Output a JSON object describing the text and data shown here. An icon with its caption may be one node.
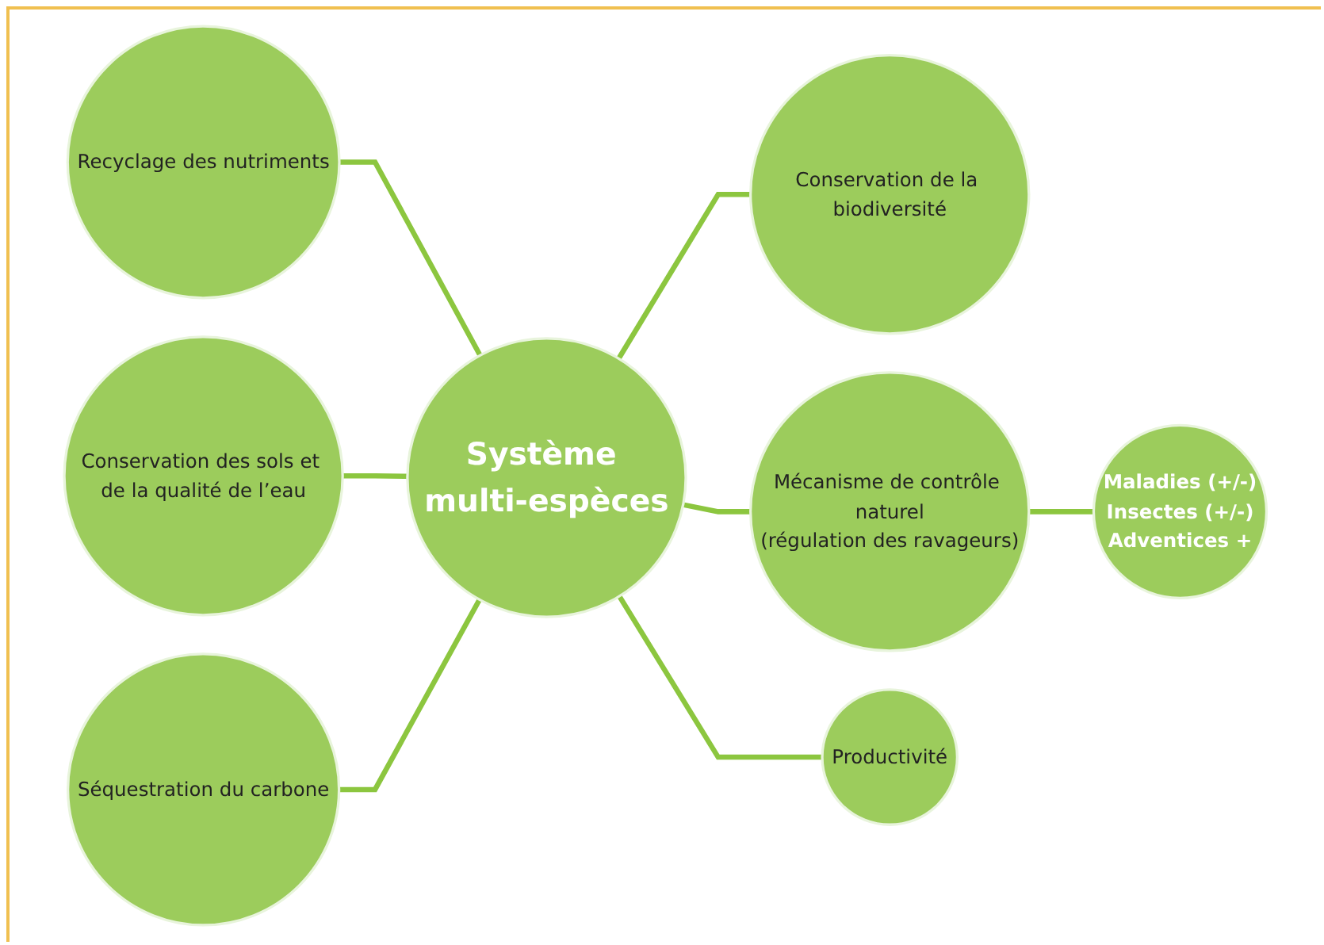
{
  "diagram": {
    "nodes": [
      {
        "text": [
          "Recyclage des nutriments"
        ]
      },
      {
        "text": [
          "Conservation des sols et de la qualité de l’eau"
        ]
      },
      {
        "text": [
          "Conservation de la biodiversité"
        ]
      },
      {
        "text": [
          "Système multi-espèces"
        ]
      },
      {
        "text": [
          "Séquestration du carbone"
        ]
      },
      {
        "text": [
          "Mécanisme de contrôle naturel",
          "(régulation des ravageurs)"
        ]
      },
      {
        "text": [
          "Maladies (+/-)",
          "Insectes (+/-)",
          "Adventices +"
        ]
      },
      {
        "text": [
          "Productivité"
        ]
      }
    ],
    "edges": [
      {
        "from": 0,
        "to": 3,
        "arrow": "none"
      },
      {
        "from": 1,
        "to": 3,
        "arrow": "none"
      },
      {
        "from": 3,
        "to": 2,
        "arrow": "none"
      },
      {
        "from": 4,
        "to": 3,
        "arrow": "none"
      },
      {
        "from": 3,
        "to": 5,
        "arrow": "none"
      },
      {
        "from": 5,
        "to": 6,
        "arrow": "none"
      },
      {
        "from": 3,
        "to": 7,
        "arrow": "none"
      }
    ]
  }
}
